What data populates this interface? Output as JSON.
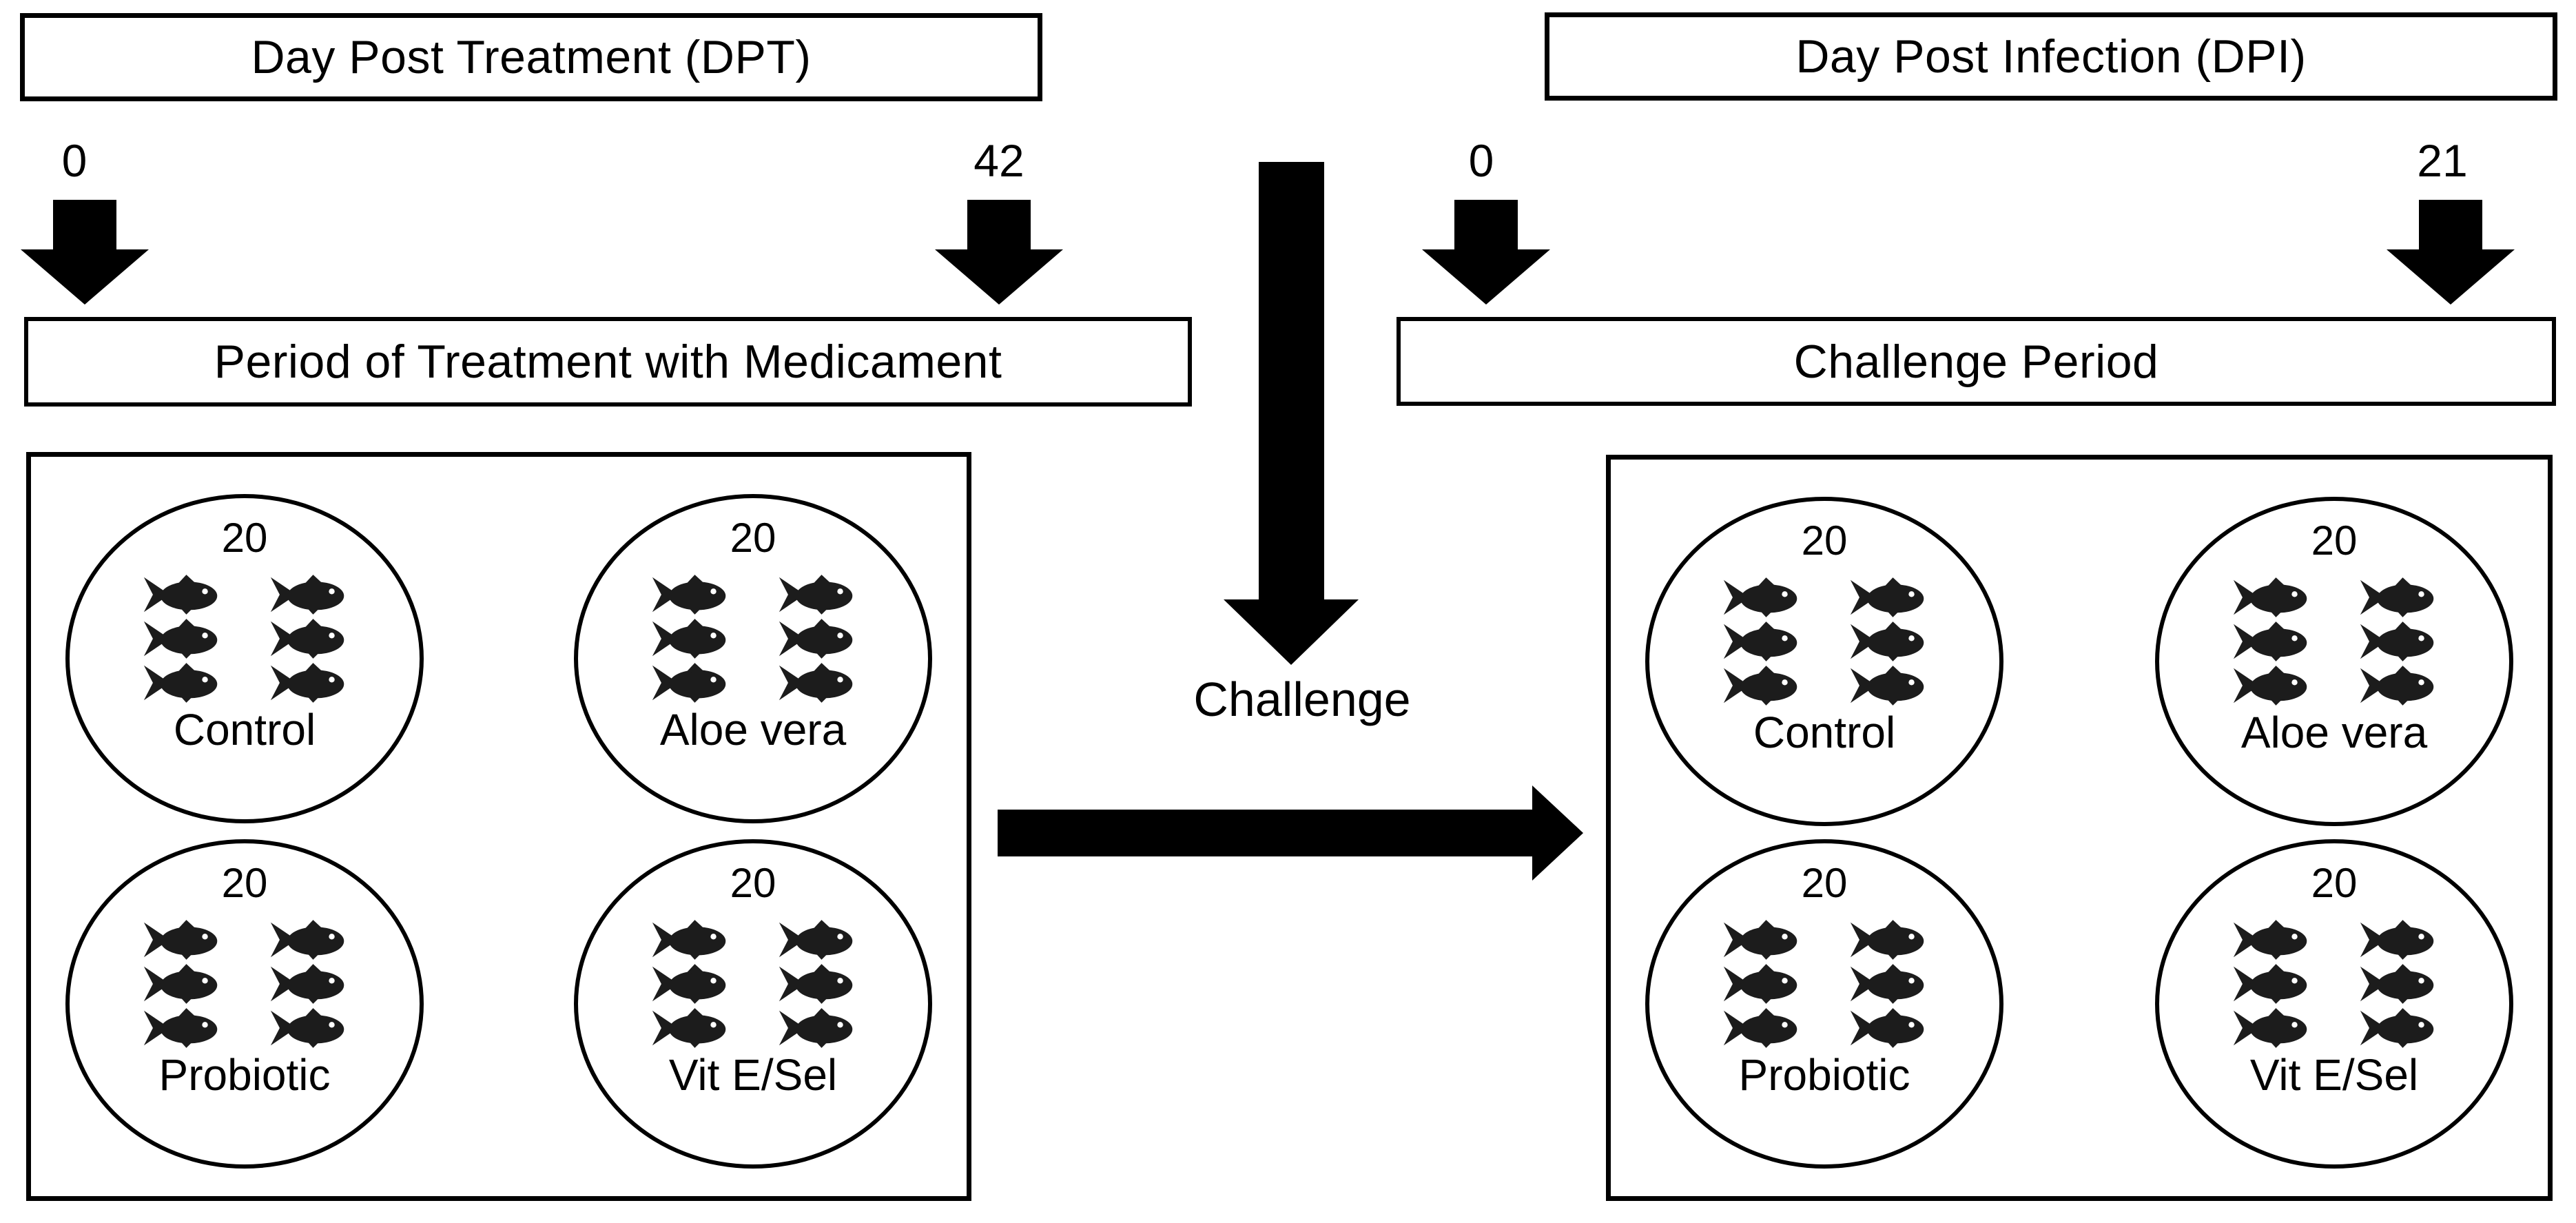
{
  "page": {
    "background": "#ffffff",
    "ink": "#000000",
    "fish_color": "#1c1c1c"
  },
  "left_timeline": {
    "header": "Day Post Treatment (DPT)",
    "tick_start": "0",
    "tick_end": "42",
    "period_label": "Period of Treatment with Medicament"
  },
  "right_timeline": {
    "header": "Day Post Infection (DPI)",
    "tick_start": "0",
    "tick_end": "21",
    "period_label": "Challenge Period"
  },
  "challenge": {
    "label": "Challenge"
  },
  "tanks": {
    "fish_per_tank_label": "20",
    "fish_icons_per_tank": 6,
    "items": [
      {
        "label": "Control"
      },
      {
        "label": "Aloe vera"
      },
      {
        "label": "Probiotic"
      },
      {
        "label": "Vit E/Sel"
      }
    ]
  }
}
